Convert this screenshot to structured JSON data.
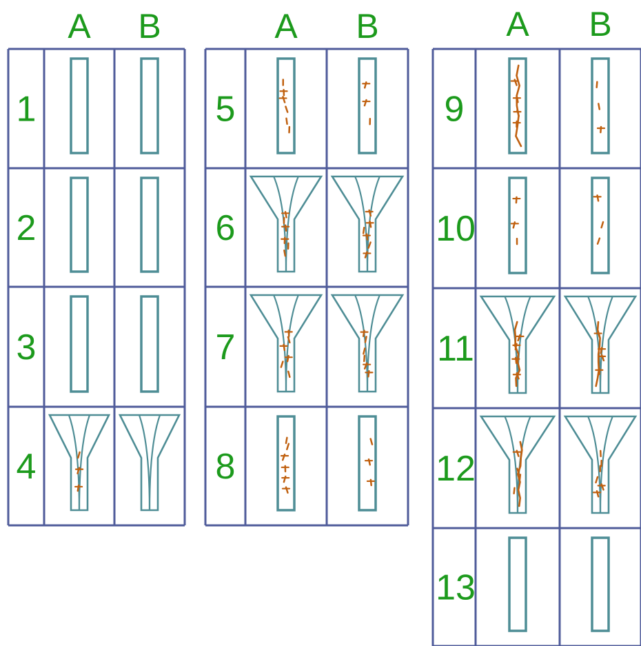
{
  "colors": {
    "grid": "#4f5b9a",
    "specimen": "#4e8d95",
    "crack": "#c0600f",
    "label": "#1c9a1c"
  },
  "column_headers": [
    "A",
    "B"
  ],
  "panels": [
    {
      "rows": [
        {
          "label": "1",
          "cells": [
            {
              "shape": "bar",
              "cracks": "none"
            },
            {
              "shape": "bar",
              "cracks": "none"
            }
          ]
        },
        {
          "label": "2",
          "cells": [
            {
              "shape": "bar",
              "cracks": "none"
            },
            {
              "shape": "bar",
              "cracks": "none"
            }
          ]
        },
        {
          "label": "3",
          "cells": [
            {
              "shape": "bar",
              "cracks": "none"
            },
            {
              "shape": "bar",
              "cracks": "none"
            }
          ]
        },
        {
          "label": "4",
          "cells": [
            {
              "shape": "y",
              "cracks": "few"
            },
            {
              "shape": "y",
              "cracks": "none"
            }
          ]
        }
      ]
    },
    {
      "rows": [
        {
          "label": "5",
          "cells": [
            {
              "shape": "bar",
              "cracks": "many"
            },
            {
              "shape": "bar",
              "cracks": "few"
            }
          ]
        },
        {
          "label": "6",
          "cells": [
            {
              "shape": "y",
              "cracks": "many"
            },
            {
              "shape": "y",
              "cracks": "many"
            }
          ]
        },
        {
          "label": "7",
          "cells": [
            {
              "shape": "y",
              "cracks": "many"
            },
            {
              "shape": "y",
              "cracks": "many"
            }
          ]
        },
        {
          "label": "8",
          "cells": [
            {
              "shape": "bar",
              "cracks": "many"
            },
            {
              "shape": "bar",
              "cracks": "few"
            }
          ]
        }
      ]
    },
    {
      "rows": [
        {
          "label": "9",
          "cells": [
            {
              "shape": "bar",
              "cracks": "long"
            },
            {
              "shape": "bar",
              "cracks": "few"
            }
          ]
        },
        {
          "label": "10",
          "cells": [
            {
              "shape": "bar",
              "cracks": "few"
            },
            {
              "shape": "bar",
              "cracks": "few"
            }
          ]
        },
        {
          "label": "11",
          "cells": [
            {
              "shape": "y",
              "cracks": "long"
            },
            {
              "shape": "y",
              "cracks": "long"
            }
          ]
        },
        {
          "label": "12",
          "cells": [
            {
              "shape": "y",
              "cracks": "long"
            },
            {
              "shape": "y",
              "cracks": "many"
            }
          ]
        },
        {
          "label": "13",
          "cells": [
            {
              "shape": "bar",
              "cracks": "none"
            },
            {
              "shape": "bar",
              "cracks": "none"
            }
          ]
        }
      ]
    }
  ]
}
